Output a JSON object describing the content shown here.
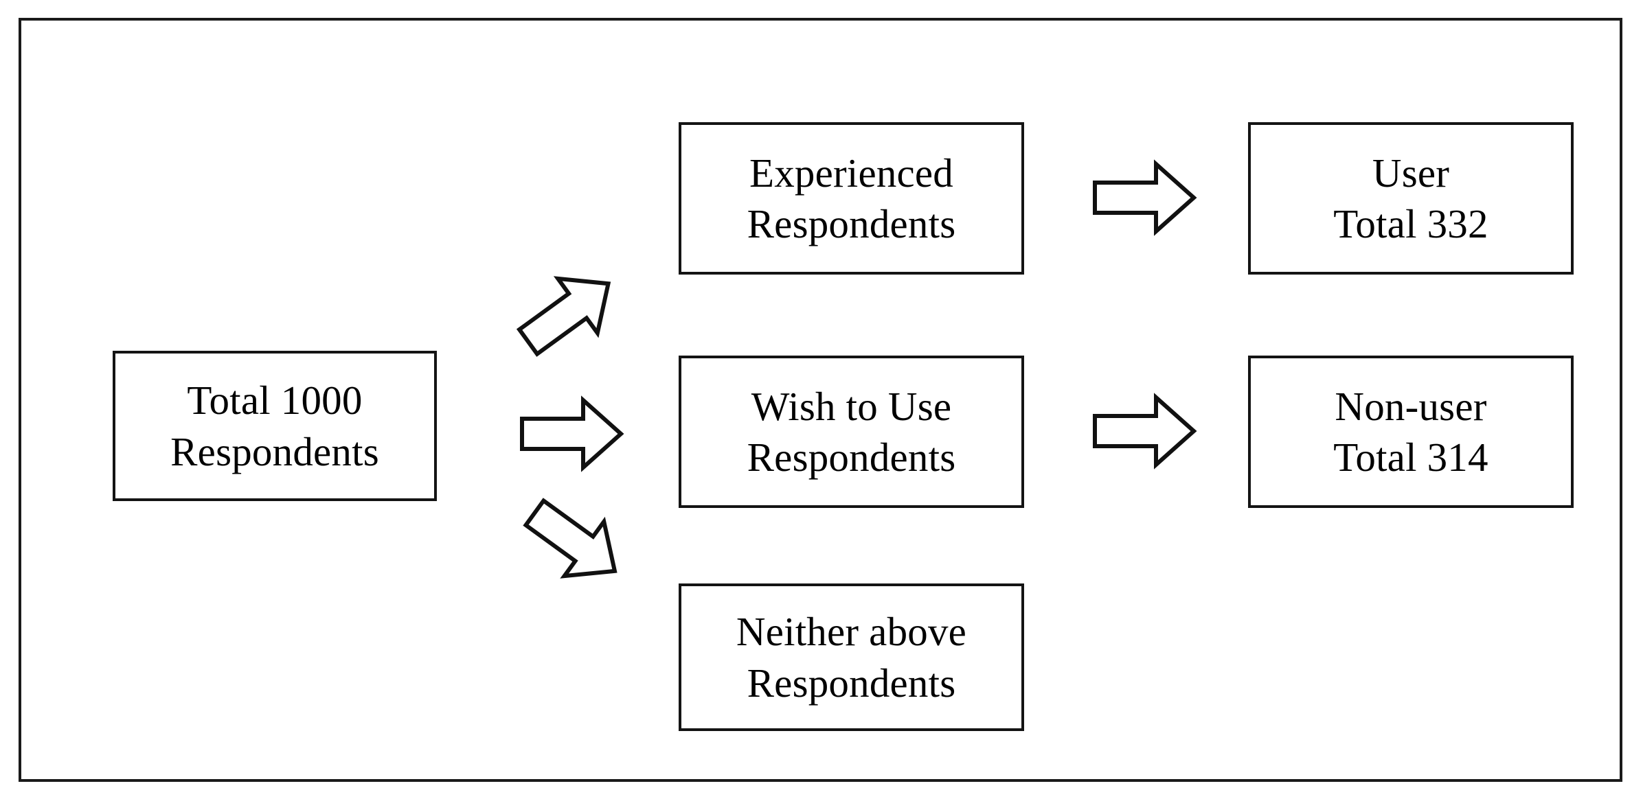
{
  "figure": {
    "type": "flow-diagram",
    "orientation": "left-to-right",
    "background_color": "#ffffff",
    "border_color": "#1a1a1a",
    "text_color": "#000000"
  },
  "nodes": {
    "source": {
      "name": "total-respondents",
      "line1": "Total 1000",
      "line2": "Respondents",
      "count": 1000
    },
    "experienced": {
      "name": "experienced-respondents",
      "line1": "Experienced",
      "line2": "Respondents"
    },
    "wish": {
      "name": "wish-to-use-respondents",
      "line1": "Wish to Use",
      "line2": "Respondents"
    },
    "neither": {
      "name": "neither-above-respondents",
      "line1": "Neither above",
      "line2": "Respondents"
    },
    "user": {
      "name": "user-total",
      "line1": "User",
      "line2": "Total 332",
      "count": 332
    },
    "nonuser": {
      "name": "non-user-total",
      "line1": "Non-user",
      "line2": "Total 314",
      "count": 314
    }
  },
  "arrows": [
    {
      "name": "arrow-to-experienced",
      "icon": "block-arrow-up-right-icon",
      "direction": "up-right",
      "from": "source",
      "to": "experienced"
    },
    {
      "name": "arrow-to-wish",
      "icon": "block-arrow-right-icon",
      "direction": "right",
      "from": "source",
      "to": "wish"
    },
    {
      "name": "arrow-to-neither",
      "icon": "block-arrow-down-right-icon",
      "direction": "down-right",
      "from": "source",
      "to": "neither"
    },
    {
      "name": "arrow-to-user",
      "icon": "block-arrow-right-icon",
      "direction": "right",
      "from": "experienced",
      "to": "user"
    },
    {
      "name": "arrow-to-nonuser",
      "icon": "block-arrow-right-icon",
      "direction": "right",
      "from": "wish",
      "to": "nonuser"
    }
  ]
}
